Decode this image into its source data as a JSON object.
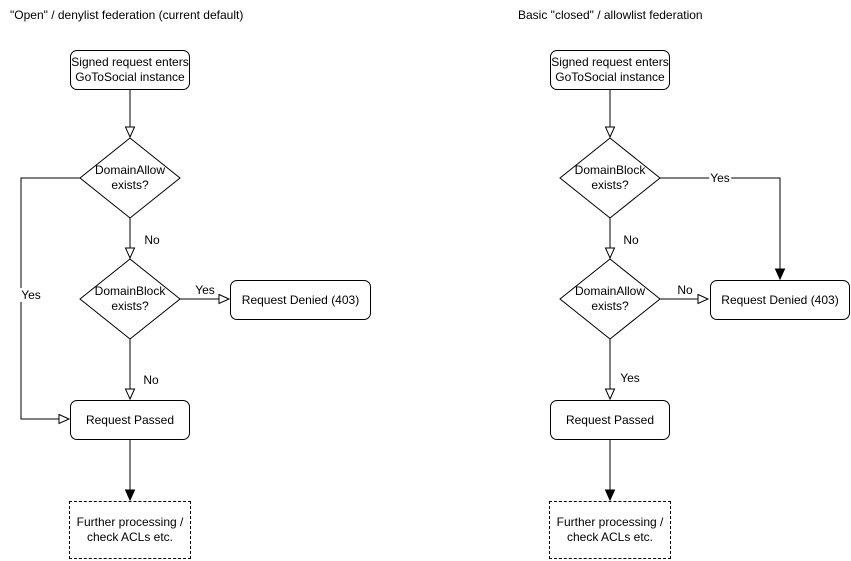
{
  "colors": {
    "stroke": "#000000",
    "node_fill": "#ffffff",
    "text": "#000000",
    "background": "#ffffff"
  },
  "diagrams": [
    {
      "title": "\"Open\" / denylist federation (current default)",
      "nodes": {
        "start": {
          "label": "Signed request enters\nGoToSocial instance",
          "shape": "rounded-rect"
        },
        "decision1": {
          "label": "DomainAllow\nexists?",
          "shape": "diamond"
        },
        "decision2": {
          "label": "DomainBlock\nexists?",
          "shape": "diamond"
        },
        "denied": {
          "label": "Request Denied (403)",
          "shape": "rounded-rect"
        },
        "passed": {
          "label": "Request Passed",
          "shape": "rounded-rect"
        },
        "further": {
          "label": "Further processing /\ncheck ACLs etc.",
          "shape": "dashed-rect"
        }
      },
      "edges": {
        "decision1_yes": {
          "label": "Yes",
          "from": "decision1",
          "to": "passed"
        },
        "decision1_no": {
          "label": "No",
          "from": "decision1",
          "to": "decision2"
        },
        "decision2_yes": {
          "label": "Yes",
          "from": "decision2",
          "to": "denied"
        },
        "decision2_no": {
          "label": "No",
          "from": "decision2",
          "to": "passed"
        }
      }
    },
    {
      "title": "Basic \"closed\" / allowlist federation",
      "nodes": {
        "start": {
          "label": "Signed request enters\nGoToSocial instance",
          "shape": "rounded-rect"
        },
        "decision1": {
          "label": "DomainBlock\nexists?",
          "shape": "diamond"
        },
        "decision2": {
          "label": "DomainAllow\nexists?",
          "shape": "diamond"
        },
        "denied": {
          "label": "Request Denied (403)",
          "shape": "rounded-rect"
        },
        "passed": {
          "label": "Request Passed",
          "shape": "rounded-rect"
        },
        "further": {
          "label": "Further processing /\ncheck ACLs etc.",
          "shape": "dashed-rect"
        }
      },
      "edges": {
        "decision1_yes": {
          "label": "Yes",
          "from": "decision1",
          "to": "denied"
        },
        "decision1_no": {
          "label": "No",
          "from": "decision1",
          "to": "decision2"
        },
        "decision2_no": {
          "label": "No",
          "from": "decision2",
          "to": "denied"
        },
        "decision2_yes": {
          "label": "Yes",
          "from": "decision2",
          "to": "passed"
        }
      }
    }
  ]
}
